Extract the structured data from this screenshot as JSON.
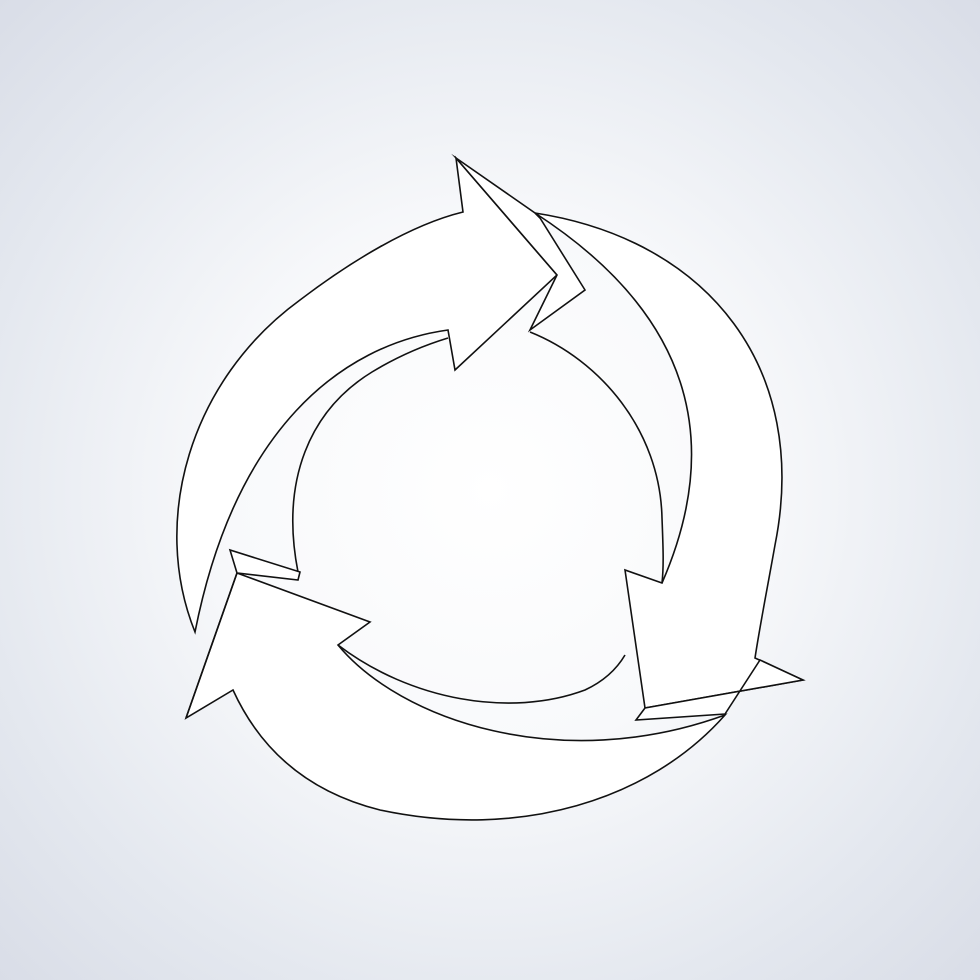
{
  "illustration": {
    "subject": "recycle-cycle-arrows",
    "arrow_count": 3,
    "style": "outline",
    "colors": {
      "stroke": "#111111",
      "fill": "#ffffff",
      "background_center": "#ffffff",
      "background_edge": "#d9dde7"
    }
  }
}
